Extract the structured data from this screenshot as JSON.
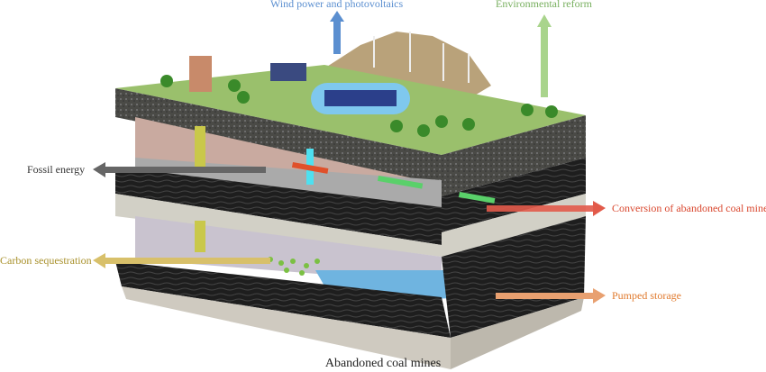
{
  "labels": {
    "wind": "Wind power and photovoltaics",
    "environment": "Environmental reform",
    "fossil": "Fossil energy",
    "conversion": "Conversion of abandoned coal mines",
    "carbon": "Carbon sequestration",
    "pumped": "Pumped storage"
  },
  "caption": "Abandoned coal mines",
  "colors": {
    "wind": "#5b8fd0",
    "environment": "#79b060",
    "fossil": "#333333",
    "conversion": "#d9472e",
    "carbon": "#a8902a",
    "pumped": "#e07a2e"
  }
}
